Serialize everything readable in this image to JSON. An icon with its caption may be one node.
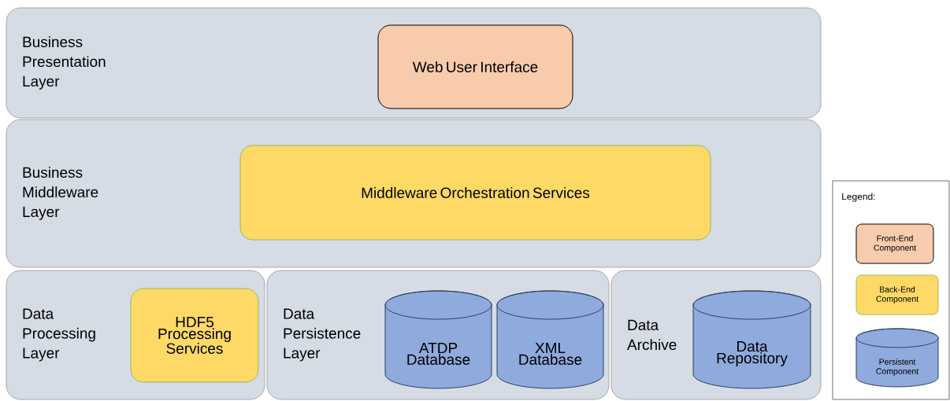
{
  "diagram": {
    "nodes": [
      {
        "text": [
          "Business Presentation Layer"
        ]
      },
      {
        "text": [
          "Web User Interface"
        ],
        "in": 0
      },
      {
        "text": [
          "Business Middleware Layer"
        ]
      },
      {
        "text": [
          "Middleware Orchestration Services"
        ],
        "in": 2
      },
      {
        "text": [
          "Data Processing Layer"
        ]
      },
      {
        "text": [
          "HDF5 Processing Services"
        ],
        "in": 4
      },
      {
        "text": [
          "Data Persistence Layer"
        ]
      },
      {
        "text": [
          "ATDP Database"
        ],
        "in": 6
      },
      {
        "text": [
          "XML Database"
        ],
        "in": 6
      },
      {
        "text": [
          "Data Archive"
        ]
      },
      {
        "text": [
          "Data Repository"
        ],
        "in": 9
      }
    ],
    "edges": [],
    "labels": [
      "Legend:"
    ],
    "legend": [
      {
        "text": "Front-End Component",
        "color": "#f8cbad"
      },
      {
        "text": "Back-End Component",
        "color": "#ffd966"
      },
      {
        "text": "Persistent Component",
        "color": "#8faadc"
      }
    ]
  }
}
